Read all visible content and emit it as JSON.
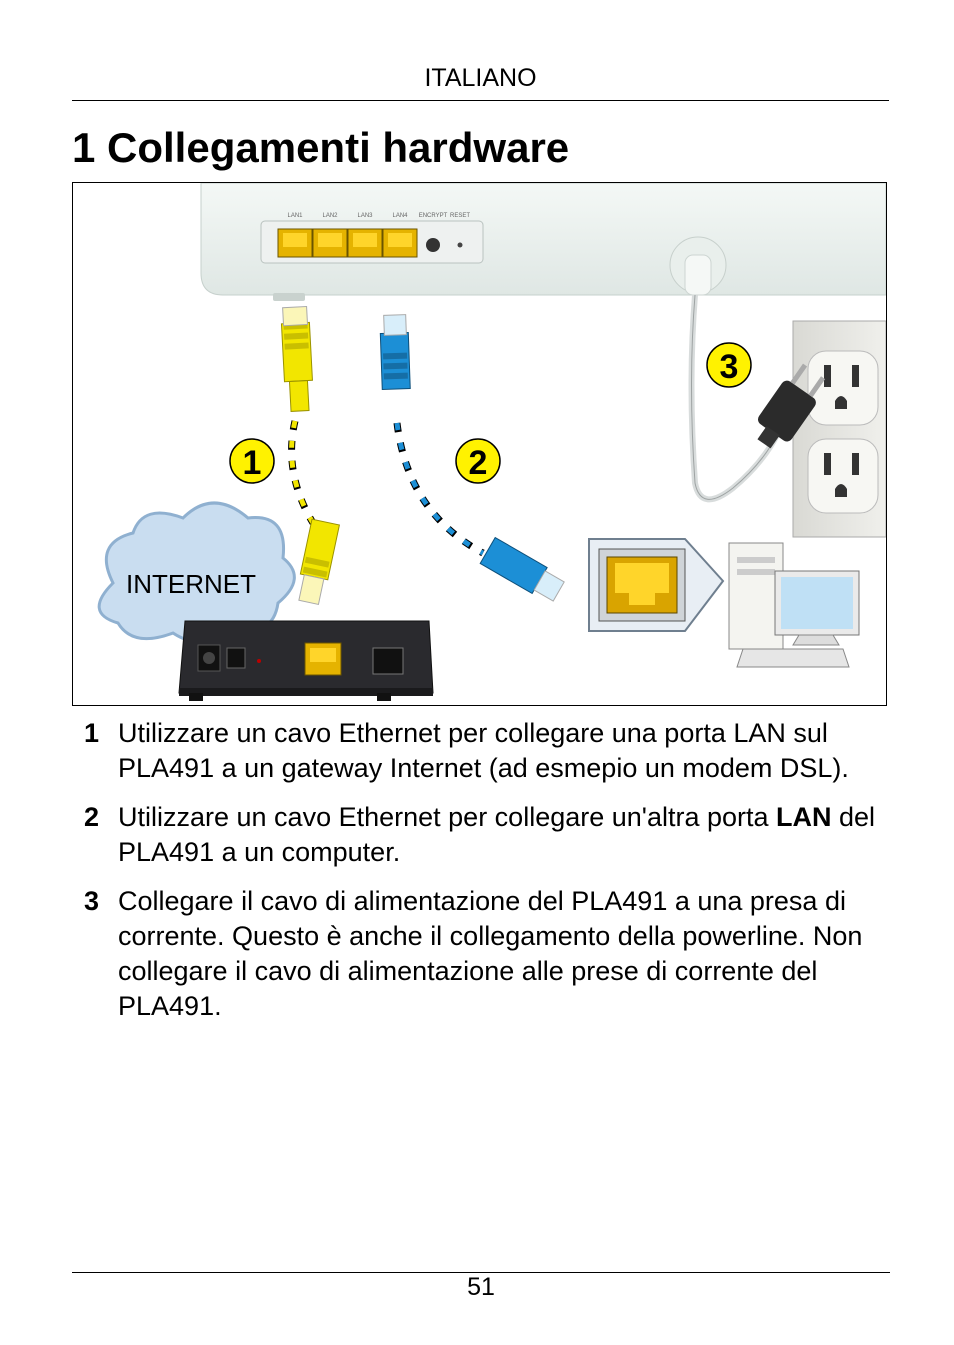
{
  "header": {
    "language": "ITALIANO"
  },
  "title": "1 Collegamenti hardware",
  "figure": {
    "router_port_labels": [
      "LAN1",
      "LAN2",
      "LAN3",
      "LAN4",
      "ENCRYPT",
      "RESET"
    ],
    "callouts": [
      "1",
      "2",
      "3"
    ],
    "cloud_label": "INTERNET",
    "colors": {
      "callout_fill": "#FFF200",
      "cable_yellow": "#F2E600",
      "cable_blue": "#1C8FD6",
      "cloud": "#C9DDF0"
    }
  },
  "steps": [
    {
      "number": "1",
      "text": "Utilizzare un cavo Ethernet per collegare una porta LAN sul PLA491 a un gateway Internet (ad esmepio un modem DSL)."
    },
    {
      "number": "2",
      "text_before": "Utilizzare un cavo Ethernet per collegare un'altra porta ",
      "text_bold": "LAN",
      "text_after": " del PLA491 a un computer."
    },
    {
      "number": "3",
      "text": "Collegare il cavo di alimentazione del PLA491 a una presa di corrente. Questo è anche il collegamento della powerline. Non collegare il cavo di alimentazione alle prese di corrente del PLA491."
    }
  ],
  "footer": {
    "page_number": "51"
  }
}
